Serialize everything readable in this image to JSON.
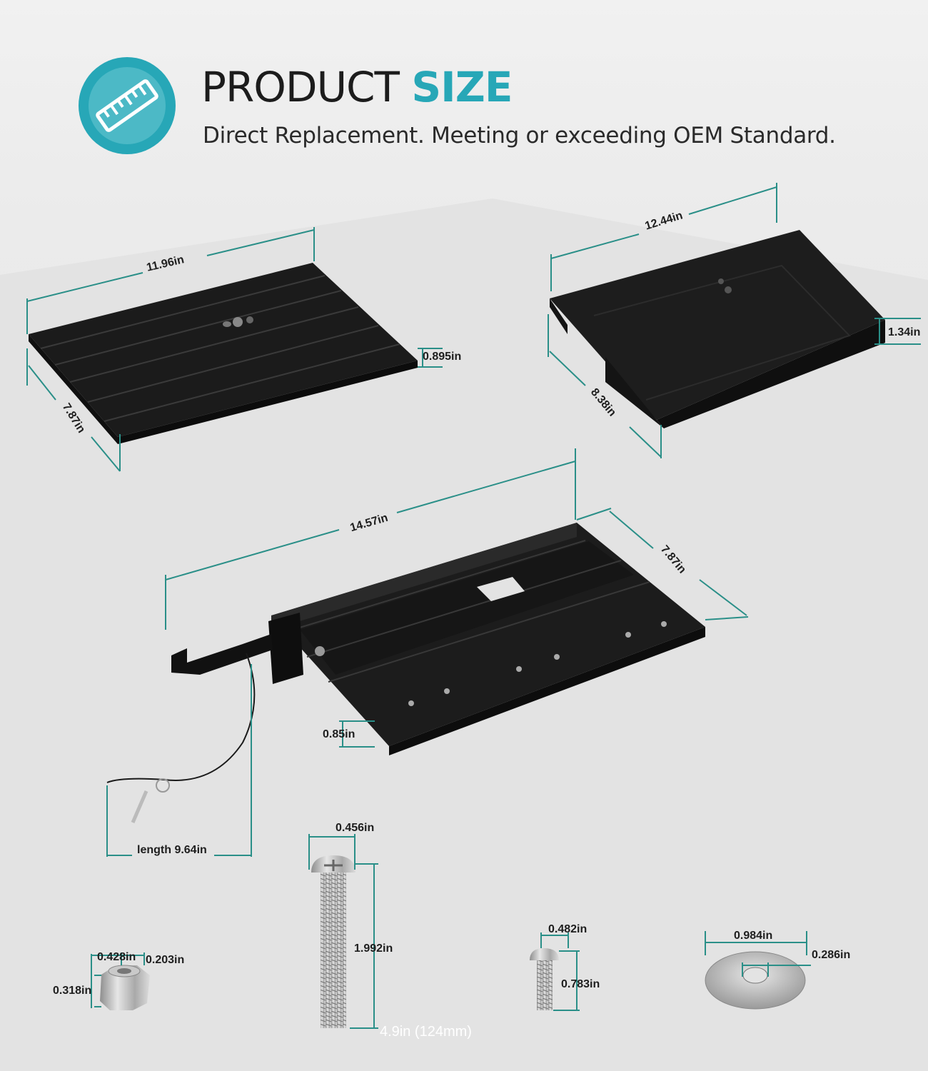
{
  "header": {
    "icon": "ruler-icon",
    "title_main": "PRODUCT",
    "title_accent": "SIZE",
    "subtitle": "Direct Replacement. Meeting or exceeding OEM Standard."
  },
  "colors": {
    "accent": "#27a7b7",
    "dimension_line": "#2a8f88",
    "product": "#1b1b1b"
  },
  "products": {
    "rail_plate": {
      "length": "11.96in",
      "width": "7.87in",
      "height": "0.895in"
    },
    "cover": {
      "length": "12.44in",
      "width": "8.38in",
      "height": "1.34in"
    },
    "slider": {
      "length": "14.57in",
      "width": "7.87in",
      "height": "0.85in",
      "cable_length": "length 9.64in"
    },
    "nut": {
      "width": "0.428in",
      "thread": "0.203in",
      "height": "0.318in"
    },
    "long_bolt": {
      "head": "0.456in",
      "length": "1.992in",
      "note": "4.9in (124mm)"
    },
    "short_bolt": {
      "head": "0.482in",
      "length": "0.783in"
    },
    "washer": {
      "outer": "0.984in",
      "inner": "0.286in"
    }
  }
}
